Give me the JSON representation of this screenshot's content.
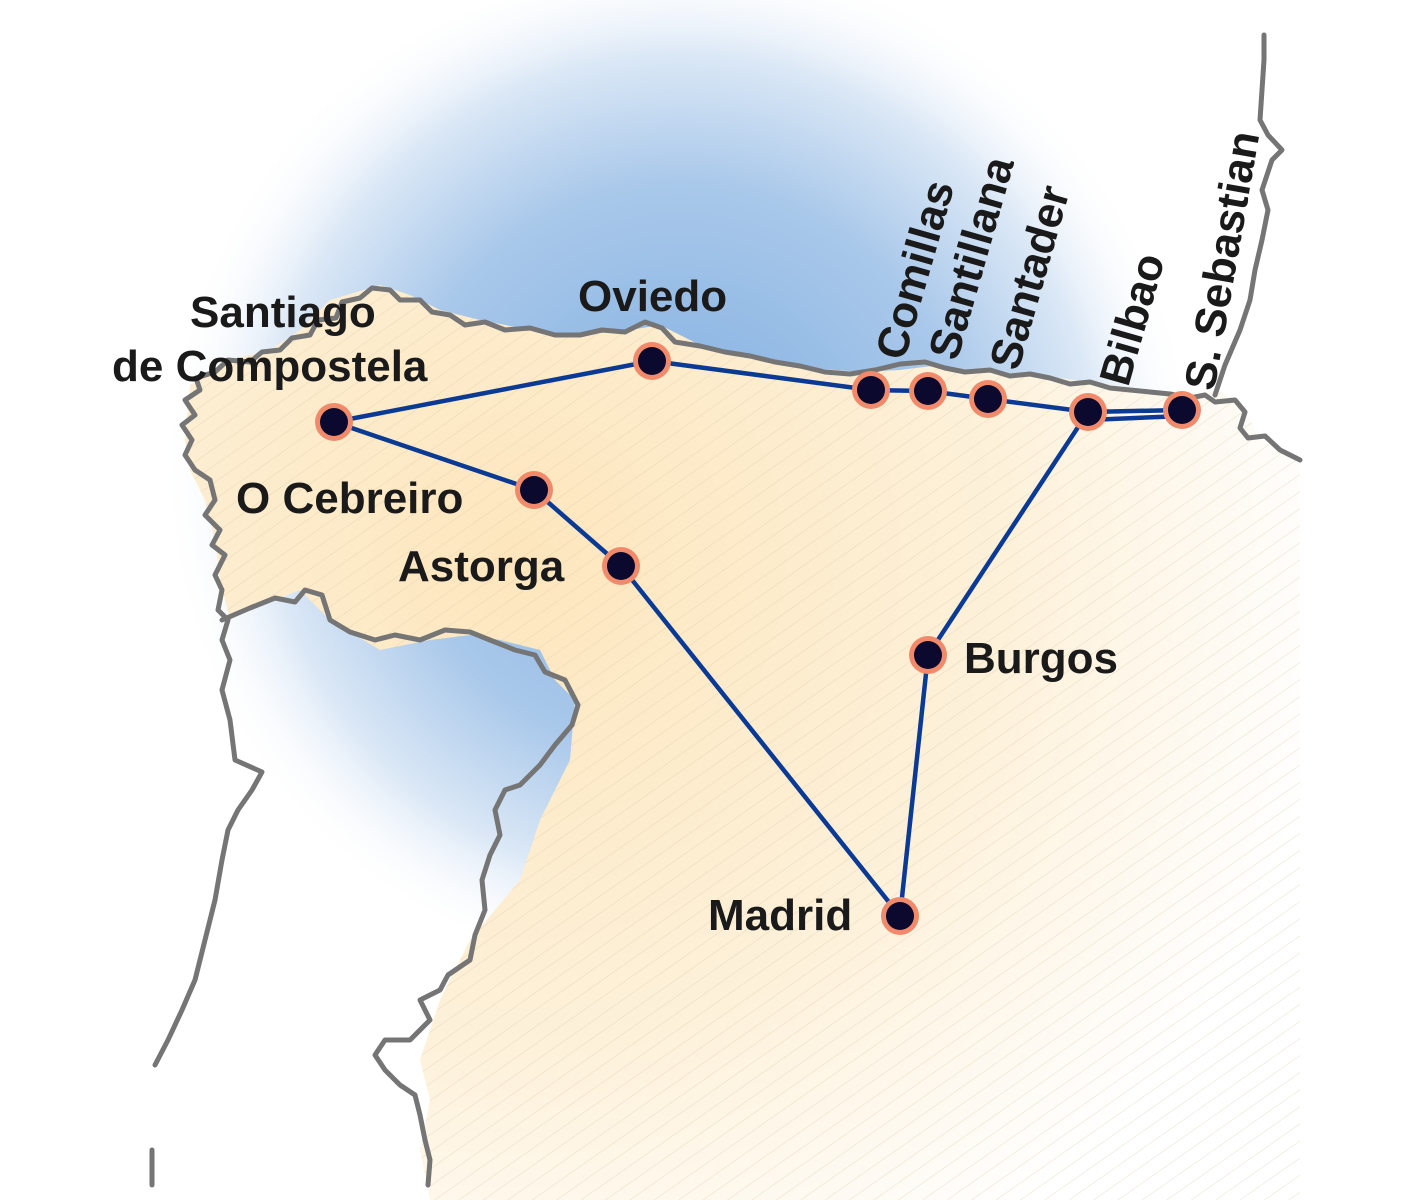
{
  "map": {
    "colors": {
      "sea_glow": "#bcd4ee",
      "land_fill": "#fdf0d6",
      "border": "#757575",
      "route": "#0a3a94",
      "marker_ring": "#f08a6a",
      "marker_dot": "#0b0a2e",
      "label": "#1a1a1a"
    },
    "cities": [
      {
        "id": "santiago",
        "name": "Santiago de Compostela",
        "line1": "Santiago",
        "line2": "de Compostela"
      },
      {
        "id": "oviedo",
        "name": "Oviedo"
      },
      {
        "id": "comillas",
        "name": "Comillas"
      },
      {
        "id": "santillana",
        "name": "Santillana"
      },
      {
        "id": "santader",
        "name": "Santader"
      },
      {
        "id": "bilbao",
        "name": "Bilbao"
      },
      {
        "id": "sebastian",
        "name": "S. Sebastian"
      },
      {
        "id": "cebreiro",
        "name": "O Cebreiro"
      },
      {
        "id": "astorga",
        "name": "Astorga"
      },
      {
        "id": "burgos",
        "name": "Burgos"
      },
      {
        "id": "madrid",
        "name": "Madrid"
      }
    ],
    "routes": [
      [
        "santiago",
        "oviedo"
      ],
      [
        "oviedo",
        "comillas"
      ],
      [
        "comillas",
        "santillana"
      ],
      [
        "santillana",
        "santader"
      ],
      [
        "santader",
        "bilbao"
      ],
      [
        "bilbao",
        "sebastian"
      ],
      [
        "sebastian",
        "bilbao"
      ],
      [
        "santiago",
        "cebreiro"
      ],
      [
        "cebreiro",
        "astorga"
      ],
      [
        "astorga",
        "madrid"
      ],
      [
        "madrid",
        "burgos"
      ],
      [
        "burgos",
        "bilbao"
      ]
    ]
  }
}
